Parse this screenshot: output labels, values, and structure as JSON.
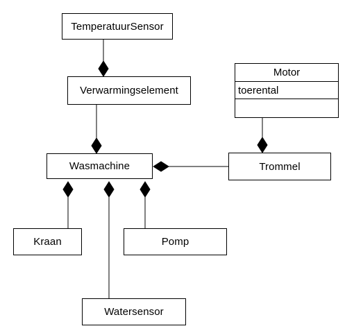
{
  "diagram": {
    "classes": {
      "temperatuursensor": {
        "name": "TemperatuurSensor"
      },
      "verwarmingselement": {
        "name": "Verwarmingselement"
      },
      "motor": {
        "name": "Motor",
        "attributes": [
          "toerental"
        ],
        "operations": []
      },
      "wasmachine": {
        "name": "Wasmachine"
      },
      "trommel": {
        "name": "Trommel"
      },
      "kraan": {
        "name": "Kraan"
      },
      "pomp": {
        "name": "Pomp"
      },
      "watersensor": {
        "name": "Watersensor"
      }
    },
    "relations": [
      {
        "type": "composition",
        "whole": "Verwarmingselement",
        "part": "TemperatuurSensor"
      },
      {
        "type": "composition",
        "whole": "Wasmachine",
        "part": "Verwarmingselement"
      },
      {
        "type": "composition",
        "whole": "Wasmachine",
        "part": "Trommel"
      },
      {
        "type": "composition",
        "whole": "Trommel",
        "part": "Motor"
      },
      {
        "type": "composition",
        "whole": "Wasmachine",
        "part": "Kraan"
      },
      {
        "type": "composition",
        "whole": "Wasmachine",
        "part": "Watersensor"
      },
      {
        "type": "composition",
        "whole": "Wasmachine",
        "part": "Pomp"
      }
    ],
    "colors": {
      "stroke": "#000000",
      "fill": "#ffffff",
      "diamond": "#000000"
    }
  }
}
